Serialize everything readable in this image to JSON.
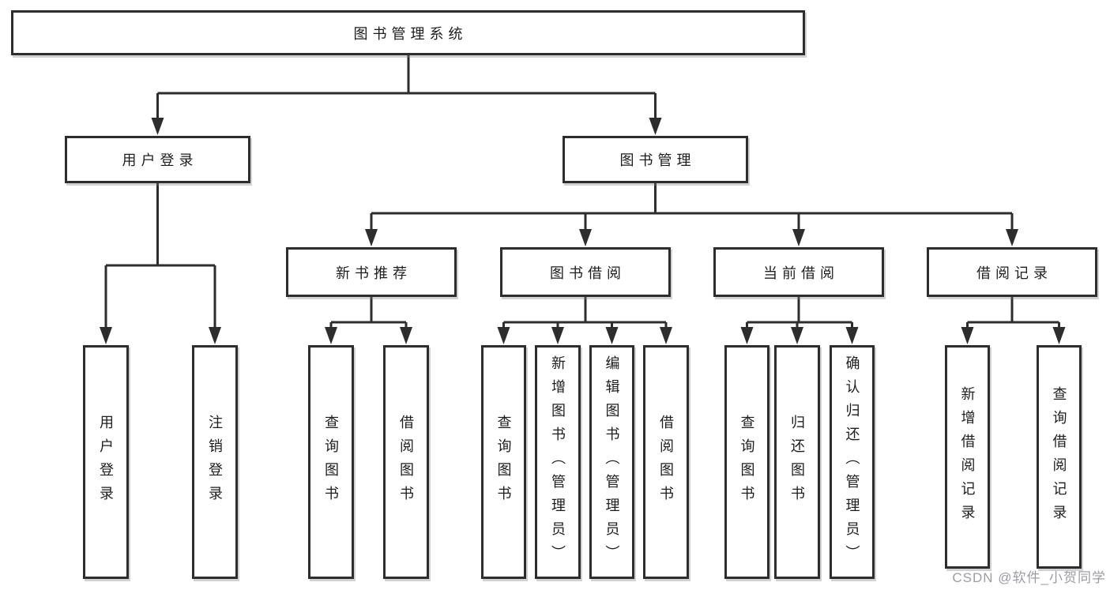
{
  "diagram": {
    "root": {
      "label": "图书管理系统"
    },
    "level2": [
      {
        "label": "用户登录"
      },
      {
        "label": "图书管理"
      }
    ],
    "level3": [
      {
        "label": "新书推荐"
      },
      {
        "label": "图书借阅"
      },
      {
        "label": "当前借阅"
      },
      {
        "label": "借阅记录"
      }
    ],
    "leaves": {
      "user_login": [
        {
          "label": "用户登录"
        },
        {
          "label": "注销登录"
        }
      ],
      "new_book_recommend": [
        {
          "label": "查询图书"
        },
        {
          "label": "借阅图书"
        }
      ],
      "book_borrow": [
        {
          "label": "查询图书"
        },
        {
          "label": "新增图书（管理员）"
        },
        {
          "label": "编辑图书（管理员）"
        },
        {
          "label": "借阅图书"
        }
      ],
      "current_borrow": [
        {
          "label": "查询图书"
        },
        {
          "label": "归还图书"
        },
        {
          "label": "确认归还（管理员）"
        }
      ],
      "borrow_records": [
        {
          "label": "新增借阅记录"
        },
        {
          "label": "查询借阅记录"
        }
      ]
    }
  },
  "watermark": "CSDN @软件_小贺同学",
  "colors": {
    "line": "#2d2d2d",
    "text": "#1e1e1e",
    "watermark": "#9c9ca4",
    "background": "#ffffff"
  }
}
